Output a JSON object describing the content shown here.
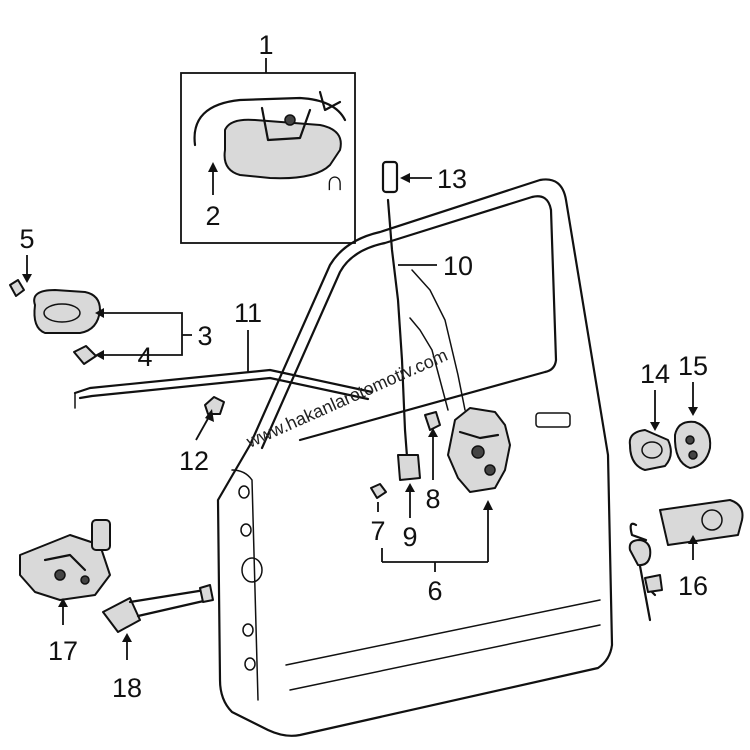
{
  "callouts": [
    "1",
    "2",
    "3",
    "4",
    "5",
    "6",
    "7",
    "8",
    "9",
    "10",
    "11",
    "12",
    "13",
    "14",
    "15",
    "16",
    "17",
    "18"
  ],
  "watermark": "www.hakanlarotomotiv.com"
}
